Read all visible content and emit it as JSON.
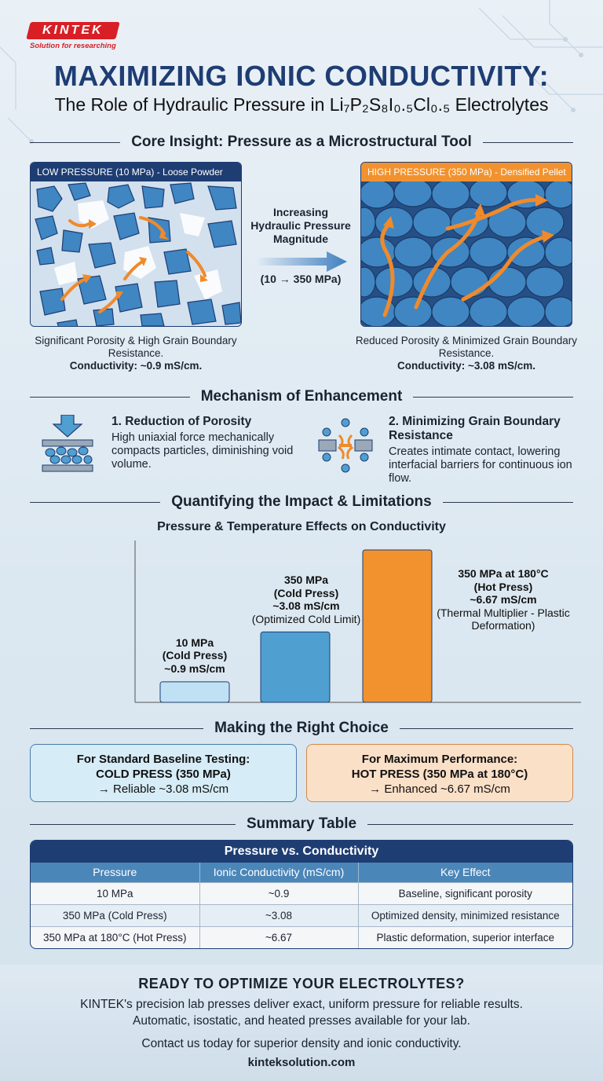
{
  "brand": {
    "name": "KINTEK",
    "tagline": "Solution for researching"
  },
  "header": {
    "title": "MAXIMIZING IONIC CONDUCTIVITY:",
    "subtitle": "The Role of Hydraulic Pressure in Li₇P₂S₈I₀.₅Cl₀.₅ Electrolytes"
  },
  "core": {
    "heading": "Core Insight: Pressure as a Microstructural Tool",
    "low": {
      "label": "LOW PRESSURE (10 MPa) - Loose Powder",
      "caption": "Significant Porosity & High Grain Boundary Resistance.",
      "conductivity": "Conductivity: ~0.9 mS/cm."
    },
    "arrow": {
      "label": "Increasing Hydraulic Pressure Magnitude",
      "range": "(10 → 350 MPa)"
    },
    "high": {
      "label": "HIGH PRESSURE (350 MPa) - Densified Pellet",
      "caption": "Reduced Porosity & Minimized Grain Boundary Resistance.",
      "conductivity": "Conductivity: ~3.08 mS/cm."
    }
  },
  "mechanism": {
    "heading": "Mechanism of Enhancement",
    "items": [
      {
        "title": "1. Reduction of Porosity",
        "desc": "High uniaxial force mechanically compacts particles, diminishing void volume."
      },
      {
        "title": "2. Minimizing Grain Boundary Resistance",
        "desc": "Creates intimate contact, lowering interfacial barriers for continuous ion flow."
      }
    ]
  },
  "impact": {
    "heading": "Quantifying the Impact & Limitations"
  },
  "chart_data": {
    "type": "bar",
    "title": "Pressure & Temperature Effects on Conductivity",
    "categories": [
      "10 MPa (Cold Press)",
      "350 MPa (Cold Press)",
      "350 MPa at 180°C (Hot Press)"
    ],
    "values": [
      0.9,
      3.08,
      6.67
    ],
    "ylim": [
      0,
      6.67
    ],
    "colors": [
      "#bfe1f3",
      "#4f9fd1",
      "#f2922e"
    ],
    "labels": [
      {
        "l1": "10 MPa",
        "l2": "(Cold Press)",
        "l3": "~0.9 mS/cm",
        "note": ""
      },
      {
        "l1": "350 MPa",
        "l2": "(Cold Press)",
        "l3": "~3.08 mS/cm",
        "note": "(Optimized Cold Limit)"
      },
      {
        "l1": "350 MPa at 180°C",
        "l2": "(Hot Press)",
        "l3": "~6.67 mS/cm",
        "note": "(Thermal Multiplier - Plastic Deformation)"
      }
    ],
    "grid": false
  },
  "choice": {
    "heading": "Making the Right Choice",
    "left": {
      "title": "For Standard Baseline Testing:",
      "method": "COLD PRESS (350 MPa)",
      "result": "→ Reliable ~3.08 mS/cm"
    },
    "right": {
      "title": "For Maximum Performance:",
      "method": "HOT PRESS (350 MPa at 180°C)",
      "result": "→ Enhanced ~6.67 mS/cm"
    }
  },
  "summary": {
    "heading": "Summary Table",
    "caption": "Pressure vs. Conductivity",
    "columns": [
      "Pressure",
      "Ionic Conductivity (mS/cm)",
      "Key Effect"
    ],
    "rows": [
      [
        "10 MPa",
        "~0.9",
        "Baseline, significant porosity"
      ],
      [
        "350 MPa (Cold Press)",
        "~3.08",
        "Optimized density, minimized resistance"
      ],
      [
        "350 MPa at 180°C (Hot Press)",
        "~6.67",
        "Plastic deformation, superior interface"
      ]
    ]
  },
  "footer": {
    "title": "READY TO OPTIMIZE YOUR ELECTROLYTES?",
    "line1": "KINTEK's precision lab presses deliver exact, uniform pressure for reliable results.",
    "line2": "Automatic, isostatic, and heated presses available for your lab.",
    "line3": "Contact us today for superior density and ionic conductivity.",
    "url": "kinteksolution.com"
  },
  "colors": {
    "navy": "#1e3d73",
    "orange": "#f2922e",
    "blue": "#4f9fd1",
    "brand_red": "#d81f26"
  }
}
